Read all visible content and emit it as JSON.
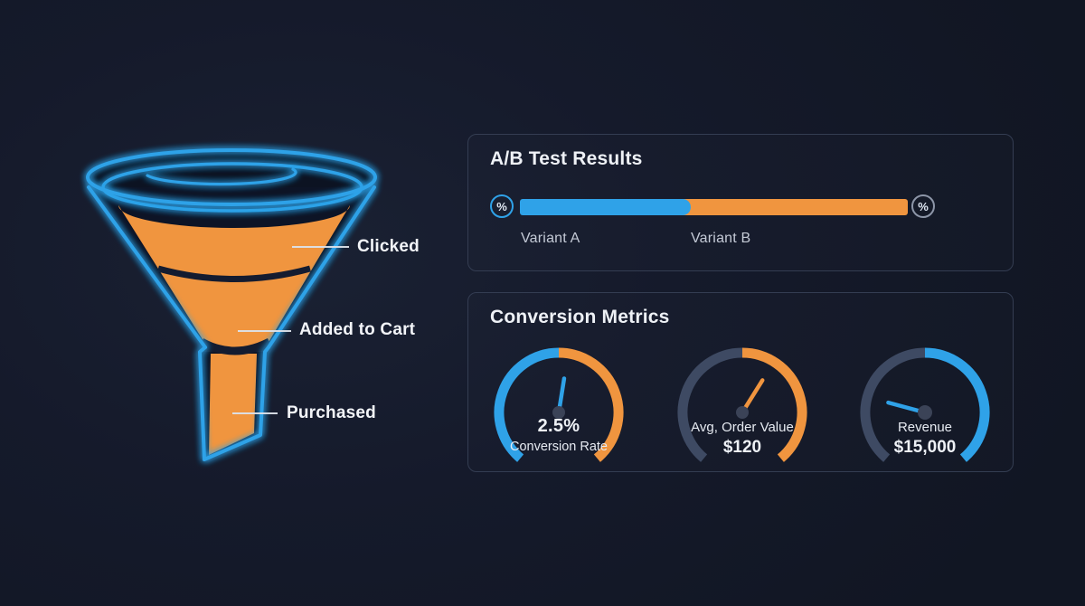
{
  "app": {
    "background": "#151a2b",
    "accent_blue": "#2FA2E8",
    "accent_orange": "#F0953F",
    "slate_arc": "#3E4A63",
    "hub_color": "#3B4357"
  },
  "funnel": {
    "fill_color": "#F0953F",
    "outline_color": "#2FA2E8",
    "labels": [
      {
        "text": "Clicked"
      },
      {
        "text": "Added to Cart"
      },
      {
        "text": "Purchased"
      }
    ]
  },
  "ab_test": {
    "title": "A/B Test Results",
    "icon_glyph": "%",
    "variants": [
      {
        "label": "Variant A",
        "color": "#2FA2E8",
        "share_pct": 44
      },
      {
        "label": "Variant B",
        "color": "#F0953F",
        "share_pct": 56
      }
    ]
  },
  "conversion_metrics": {
    "title": "Conversion Metrics",
    "gauges": [
      {
        "line1": "2.5%",
        "line2": "Conversion Rate",
        "needle_angle_deg": 9,
        "needle_color": "#2FA2E8",
        "left_color": "#2FA2E8",
        "right_color": "#F0953F"
      },
      {
        "line1": "Avg, Order Value",
        "line2": "$120",
        "needle_angle_deg": 32,
        "needle_color": "#F0953F",
        "left_color": "#3E4A63",
        "right_color": "#F0953F"
      },
      {
        "line1": "Revenue",
        "line2": "$15,000",
        "needle_angle_deg": -75,
        "needle_color": "#2FA2E8",
        "left_color": "#3E4A63",
        "right_color": "#2FA2E8"
      }
    ]
  },
  "chart_data": [
    {
      "type": "funnel",
      "title": "Purchase funnel",
      "stages": [
        "Clicked",
        "Added to Cart",
        "Purchased"
      ],
      "notes": "Three-segment neon funnel, orange fill with blue outline; no numeric values labeled."
    },
    {
      "type": "bar",
      "title": "A/B Test Results",
      "categories": [
        "Variant A",
        "Variant B"
      ],
      "values": [
        44,
        56
      ],
      "value_unit": "percent of bar length (estimated, unlabeled)",
      "colors": [
        "#2FA2E8",
        "#F0953F"
      ],
      "orientation": "horizontal-stacked"
    },
    {
      "type": "gauge",
      "title": "Conversion Metrics",
      "gauges": [
        {
          "label": "Conversion Rate",
          "value": "2.5%"
        },
        {
          "label": "Avg, Order Value",
          "value": "$120"
        },
        {
          "label": "Revenue",
          "value": "$15,000"
        }
      ]
    }
  ]
}
